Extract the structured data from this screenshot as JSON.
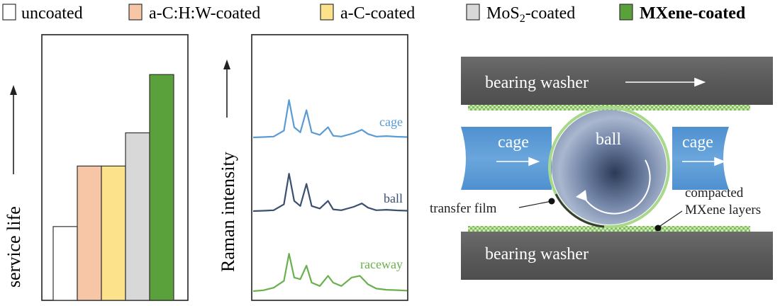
{
  "legend": [
    {
      "label": "uncoated",
      "color": "#ffffff",
      "bold": false
    },
    {
      "label": "a-C:H:W-coated",
      "color": "#f6c6a6",
      "bold": false
    },
    {
      "label": "a-C-coated",
      "color": "#fde28c",
      "bold": false
    },
    {
      "label": "MoS",
      "sub": "2",
      "suffix": "-coated",
      "color": "#d8d8d8",
      "bold": false
    },
    {
      "label": "MXene-coated",
      "color": "#5aa13b",
      "bold": true
    }
  ],
  "chart_data": [
    {
      "type": "bar",
      "categories": [
        "uncoated",
        "a-C:H:W-coated",
        "a-C-coated",
        "MoS2-coated",
        "MXene-coated"
      ],
      "values": [
        1.0,
        1.82,
        1.82,
        2.27,
        3.06
      ],
      "colors": [
        "#ffffff",
        "#f6c6a6",
        "#fde28c",
        "#d8d8d8",
        "#5aa13b"
      ],
      "ylabel": "service life",
      "ylim": [
        0,
        3.6
      ]
    },
    {
      "type": "line",
      "ylabel": "Raman intensity",
      "series": [
        {
          "name": "cage",
          "color": "#5b9bd5",
          "points": [
            [
              0,
              0
            ],
            [
              1,
              0.02
            ],
            [
              2,
              0.05
            ],
            [
              3,
              0.4
            ],
            [
              3.5,
              2.2
            ],
            [
              4,
              0.6
            ],
            [
              4.6,
              0.3
            ],
            [
              5.2,
              1.6
            ],
            [
              5.7,
              0.3
            ],
            [
              6.5,
              0.15
            ],
            [
              7.3,
              0.6
            ],
            [
              7.8,
              0.1
            ],
            [
              8.6,
              0.05
            ],
            [
              9.8,
              0.25
            ],
            [
              10.6,
              0.45
            ],
            [
              11.2,
              0.2
            ],
            [
              12,
              0.05
            ],
            [
              13,
              0.08
            ],
            [
              14,
              0.04
            ],
            [
              15,
              0.02
            ]
          ]
        },
        {
          "name": "ball",
          "color": "#3b4f6e",
          "points": [
            [
              0,
              0
            ],
            [
              1,
              0.02
            ],
            [
              2,
              0.05
            ],
            [
              3,
              0.4
            ],
            [
              3.5,
              2.2
            ],
            [
              4,
              0.6
            ],
            [
              4.6,
              0.3
            ],
            [
              5.2,
              1.6
            ],
            [
              5.7,
              0.3
            ],
            [
              6.5,
              0.15
            ],
            [
              7.3,
              0.6
            ],
            [
              7.8,
              0.1
            ],
            [
              8.6,
              0.05
            ],
            [
              9.8,
              0.25
            ],
            [
              10.6,
              0.45
            ],
            [
              11.2,
              0.2
            ],
            [
              12,
              0.05
            ],
            [
              13,
              0.08
            ],
            [
              14,
              0.04
            ],
            [
              15,
              0.02
            ]
          ]
        },
        {
          "name": "raceway",
          "color": "#6ab04c",
          "points": [
            [
              0,
              0
            ],
            [
              1,
              0.05
            ],
            [
              2,
              0.2
            ],
            [
              3,
              0.6
            ],
            [
              3.5,
              2.2
            ],
            [
              4,
              0.8
            ],
            [
              4.6,
              0.7
            ],
            [
              5.2,
              1.5
            ],
            [
              5.7,
              0.5
            ],
            [
              6.5,
              0.3
            ],
            [
              7.3,
              0.9
            ],
            [
              7.8,
              0.5
            ],
            [
              8.6,
              0.3
            ],
            [
              9.6,
              0.8
            ],
            [
              10.4,
              0.9
            ],
            [
              11.2,
              0.4
            ],
            [
              12,
              0.15
            ],
            [
              13,
              0.08
            ],
            [
              14,
              0.06
            ],
            [
              15,
              0.03
            ]
          ]
        }
      ]
    }
  ],
  "schematic": {
    "top_washer": "bearing washer",
    "bottom_washer": "bearing washer",
    "cage_left": "cage",
    "cage_right": "cage",
    "ball": "ball",
    "transfer_film": "transfer film",
    "compacted_line1": "compacted",
    "compacted_line2": "MXene layers",
    "colors": {
      "washer": "#5a5a5a",
      "cage": "#5b9bd5",
      "mxene": "#7fbf5a"
    }
  }
}
